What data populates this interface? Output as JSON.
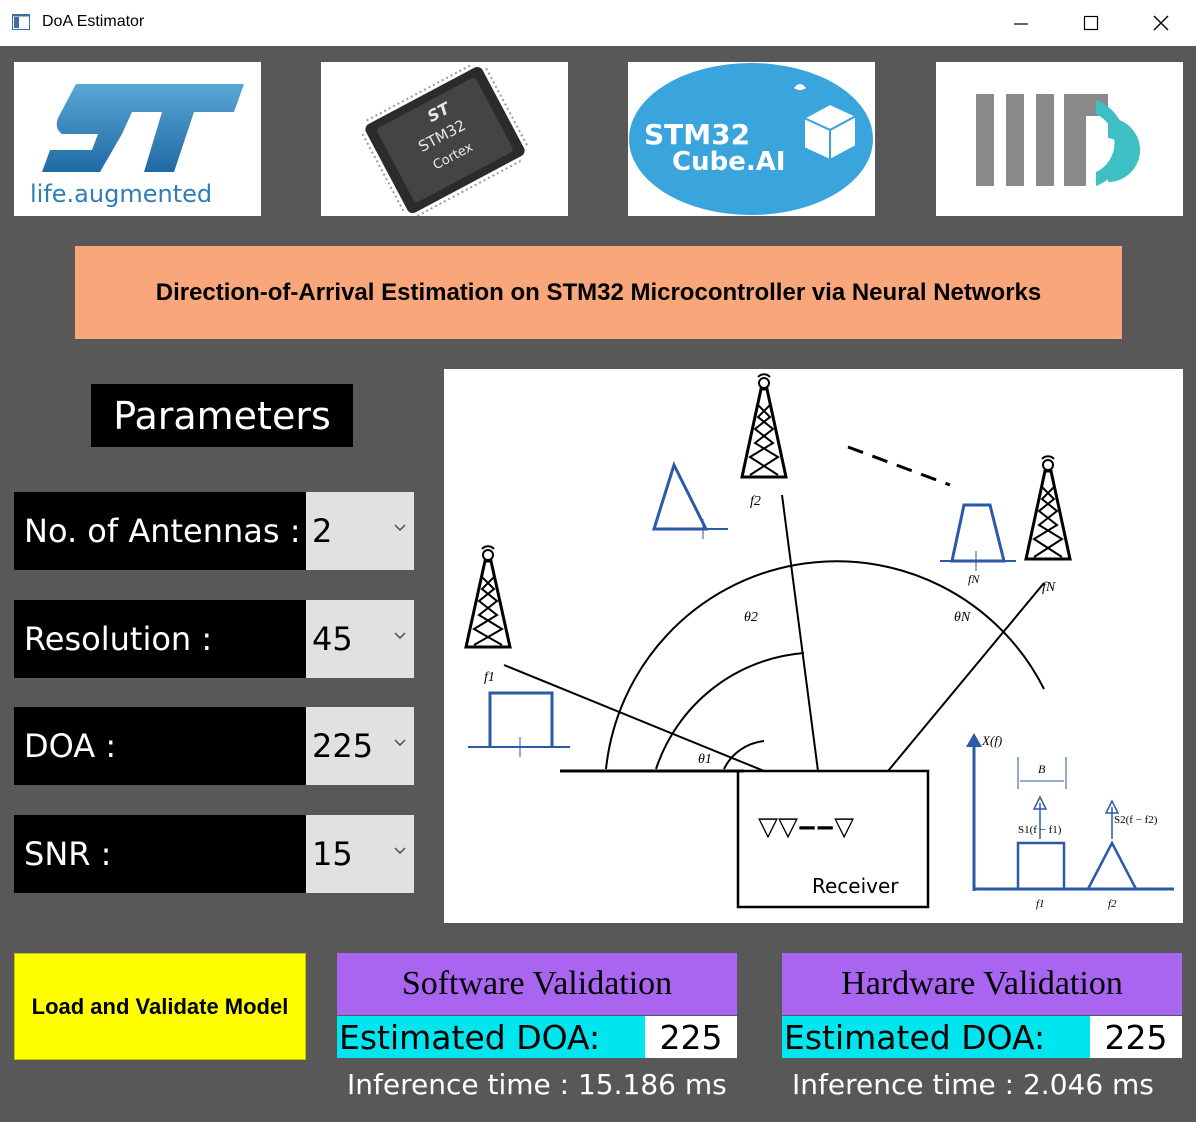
{
  "window": {
    "title": "DoA Estimator"
  },
  "logos": {
    "st_tagline": "life.augmented",
    "chip_brand": "ST",
    "chip_model": "STM32",
    "chip_core": "Cortex",
    "cube_line1": "STM32",
    "cube_line2": "Cube.AI"
  },
  "banner": {
    "text": "Direction-of-Arrival Estimation on STM32 Microcontroller via Neural Networks"
  },
  "parameters": {
    "title": "Parameters",
    "antennas": {
      "label": "No. of Antennas :",
      "value": "2"
    },
    "resolution": {
      "label": "Resolution :",
      "value": "45"
    },
    "doa": {
      "label": "DOA :",
      "value": "225"
    },
    "snr": {
      "label": "SNR :",
      "value": "15"
    }
  },
  "diagram": {
    "f1": "f1",
    "f2": "f2",
    "fN": "fN",
    "theta1": "θ1",
    "theta2": "θ2",
    "thetaN": "θN",
    "receiver": "Receiver",
    "xf": "X(f)",
    "bw": "B",
    "s1": "S1(f − f1)",
    "s2": "S2(f − f2)",
    "axis_f1": "f1",
    "axis_f2": "f2"
  },
  "actions": {
    "load_validate": "Load and Validate Model"
  },
  "software": {
    "title": "Software Validation",
    "est_label": "Estimated DOA:",
    "est_value": "225",
    "inference": "Inference time : 15.186 ms"
  },
  "hardware": {
    "title": "Hardware Validation",
    "est_label": "Estimated DOA:",
    "est_value": "225",
    "inference": "Inference time : 2.046 ms"
  },
  "colors": {
    "background": "#585858",
    "banner": "#f9a77a",
    "validation_header": "#a964f0",
    "estimate_label": "#00e5ee",
    "load_button": "#ffff00",
    "st_blue": "#2d7fb5",
    "cube_blue": "#3aa4dc",
    "diagram_blue": "#2b5aa6"
  }
}
